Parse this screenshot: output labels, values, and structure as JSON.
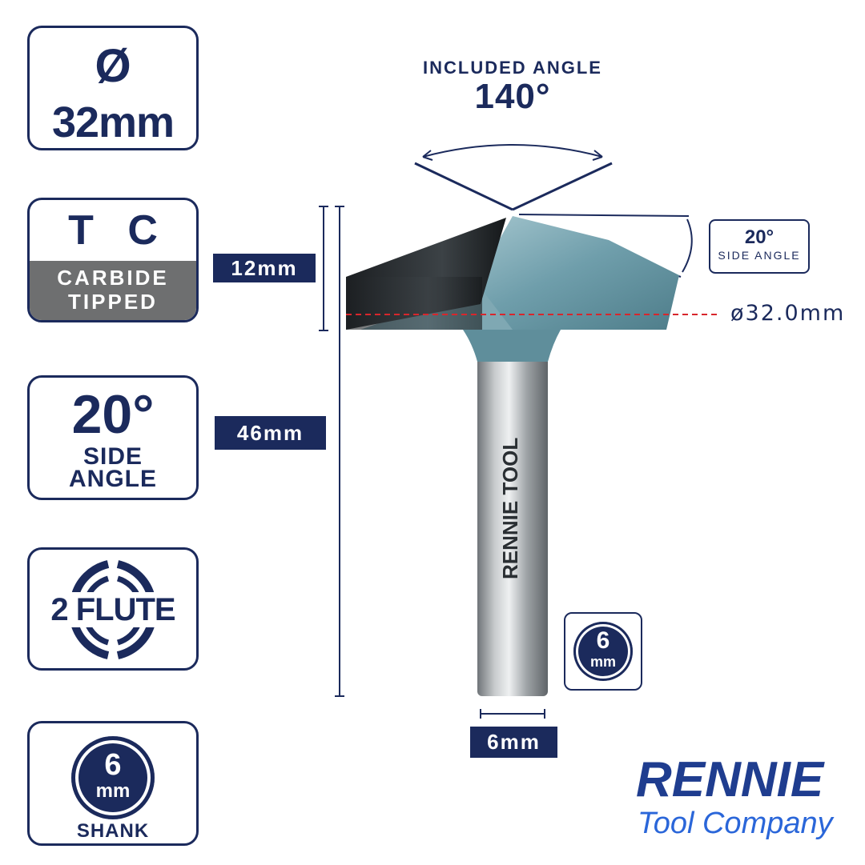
{
  "specs": {
    "diameter": {
      "symbol": "Ø",
      "value": "32mm"
    },
    "tct": {
      "title": "T C T",
      "line1": "CARBIDE",
      "line2": "TIPPED"
    },
    "side_angle": {
      "value": "20°",
      "line1": "SIDE",
      "line2": "ANGLE"
    },
    "flutes": {
      "label": "2 FLUTE"
    },
    "shank": {
      "number": "6",
      "unit": "mm",
      "label": "SHANK"
    }
  },
  "dimensions": {
    "cutting_height": "12mm",
    "overall_length": "46mm",
    "shank_width": "6mm",
    "diameter_marker": "ø32.0mm"
  },
  "included_angle": {
    "label": "INCLUDED ANGLE",
    "value": "140°"
  },
  "side_angle_callout": {
    "value": "20°",
    "label": "SIDE ANGLE"
  },
  "shank_badge": {
    "number": "6",
    "unit": "mm"
  },
  "brand": {
    "name": "RENNIE",
    "subtitle": "Tool Company"
  },
  "colors": {
    "navy": "#1b2a5c",
    "grey": "#6e6f70",
    "brand_blue": "#1f3d8f",
    "brand_light": "#2a66d9",
    "marker_red": "#d8262c"
  }
}
